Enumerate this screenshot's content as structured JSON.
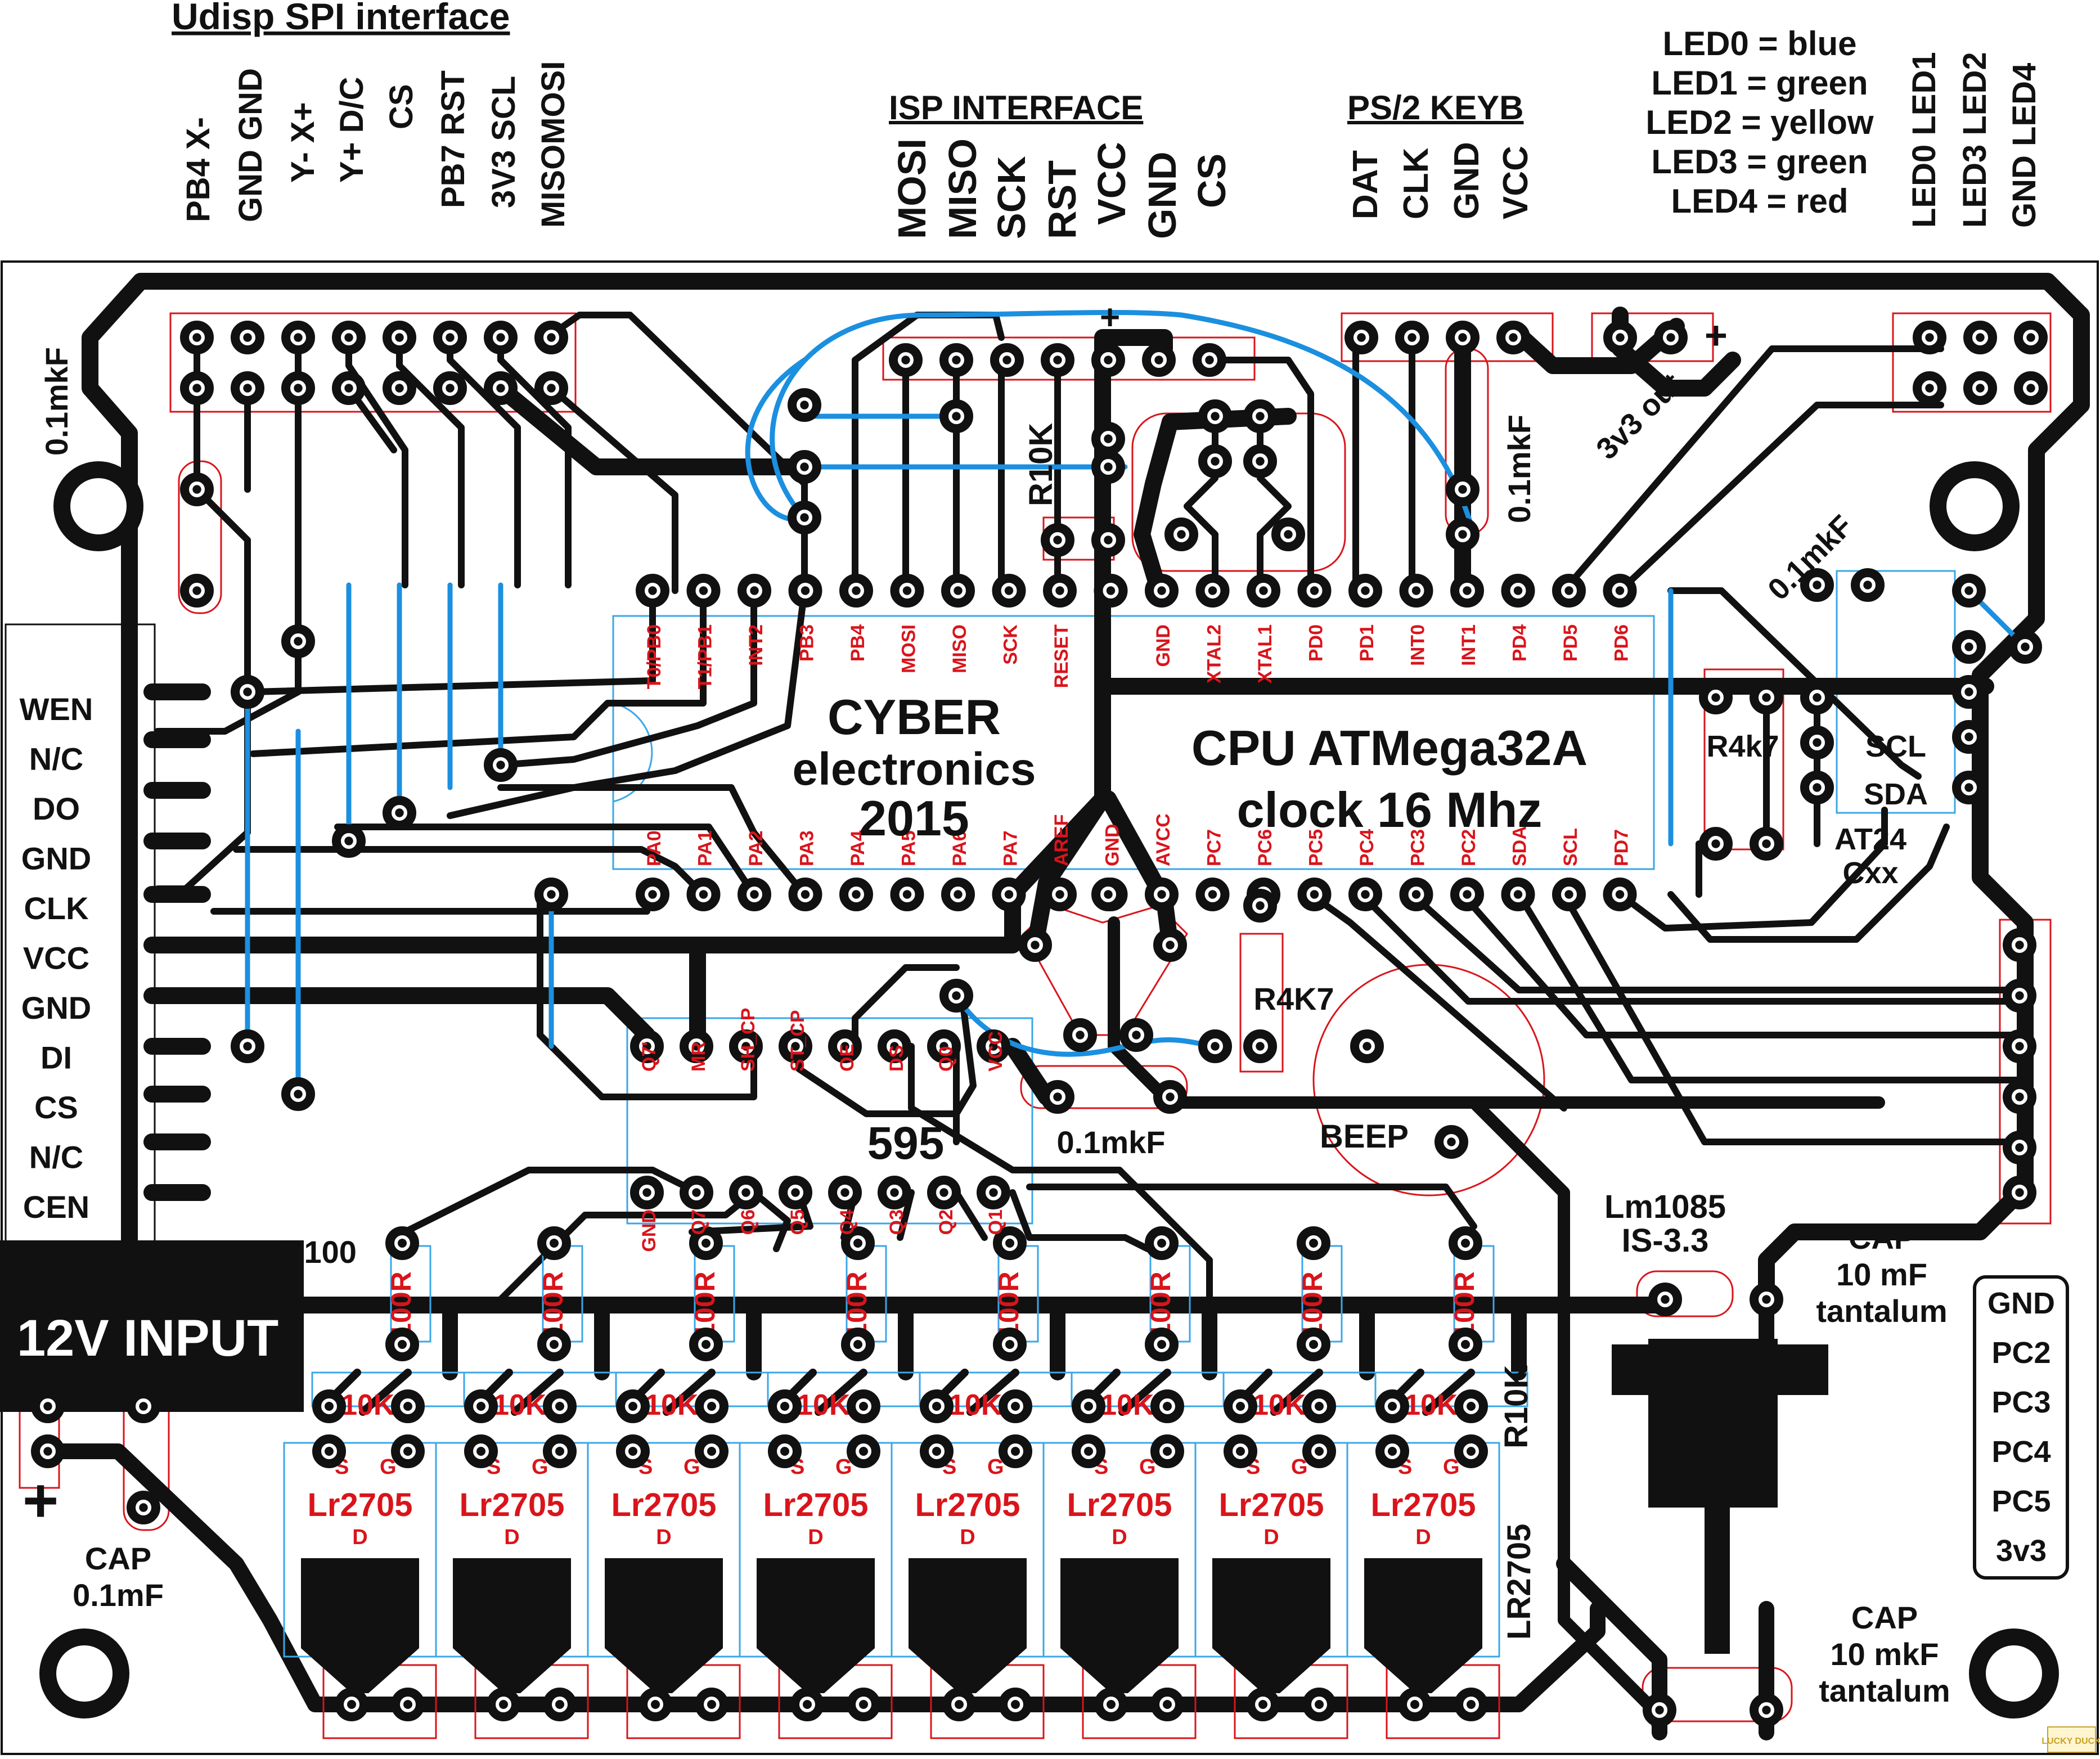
{
  "headers": {
    "udisp": "Udisp SPI interface",
    "isp": "ISP INTERFACE",
    "ps2": "PS/2 KEYB"
  },
  "udisp_pins": [
    "PB4 X-",
    "GND GND",
    "Y- X+",
    "Y+ D/C",
    "CS",
    "PB7 RST",
    "3V3 SCL",
    "MISOMOSI"
  ],
  "isp_pins": [
    "MOSI",
    "MISO",
    "SCK",
    "RST",
    "VCC",
    "GND",
    "CS"
  ],
  "ps2_pins": [
    "DAT",
    "CLK",
    "GND",
    "VCC"
  ],
  "led_legend": [
    "LED0 = blue",
    "LED1 = green",
    "LED2 = yellow",
    "LED3 = green",
    "LED4 = red"
  ],
  "led_pins": [
    "LED0 LED1",
    "LED3 LED2",
    "GND  LED4"
  ],
  "left_connector": [
    "WEN",
    "N/C",
    "DO",
    "GND",
    "CLK",
    "VCC",
    "GND",
    "DI",
    "CS",
    "N/C",
    "CEN"
  ],
  "right_connector": [
    "GND",
    "PC2",
    "PC3",
    "PC4",
    "PC5",
    "3v3"
  ],
  "cpu_top_pins": [
    "T0/PB0",
    "T1/PB1",
    "INT2",
    "PB3",
    "PB4",
    "MOSI",
    "MISO",
    "SCK",
    "RESET",
    "",
    "GND",
    "XTAL2",
    "XTAL1",
    "PD0",
    "PD1",
    "INT0",
    "INT1",
    "PD4",
    "PD5",
    "PD6"
  ],
  "cpu_bottom_pins": [
    "PA0",
    "PA1",
    "PA2",
    "PA3",
    "PA4",
    "PA5",
    "PA6",
    "PA7",
    "AREF",
    "GND",
    "AVCC",
    "PC7",
    "PC6",
    "PC5",
    "PC4",
    "PC3",
    "PC2",
    "SDA",
    "SCL",
    "PD7"
  ],
  "shift_top_pins": [
    "Q7'",
    "MR",
    "SH_CP",
    "ST_CP",
    "OE",
    "DS",
    "Q0",
    "VCC"
  ],
  "shift_bottom_pins": [
    "GND",
    "Q7",
    "Q6",
    "Q5",
    "Q4",
    "Q3",
    "Q2",
    "Q1"
  ],
  "labels": {
    "brand1": "CYBER",
    "brand2": "electronics",
    "brand3": "2015",
    "cpu1": "CPU ATMega32A",
    "cpu2": "clock 16 Mhz",
    "chip595": "595",
    "beep": "BEEP",
    "r4k7_cpu": "R4K7",
    "r4k7_eeprom": "R4k7",
    "scl": "SCL",
    "sda": "SDA",
    "eeprom1": "AT24",
    "eeprom2": "Cxx",
    "r10k_top": "R10K",
    "r10k_side": "R10K",
    "lr2705_side": "LR2705",
    "r100": "R100",
    "input": "12V INPUT",
    "plus": "+",
    "plus_isp": "+",
    "plus_3v3": "+",
    "reg1": "Lm1085",
    "reg2": "IS-3.3",
    "cap_in1": "CAP",
    "cap_in2": "0.1mF",
    "cap_top1": "CAP",
    "cap_top2": "10 mF",
    "cap_top3": "tantalum",
    "cap_bot1": "CAP",
    "cap_bot2": "10 mkF",
    "cap_bot3": "tantalum",
    "c_left": "0.1mkF",
    "c_ps2": "0.1mkF",
    "c_595": "0.1mkF",
    "c_eeprom": "0.1mkF",
    "out3v3": "3v3 out"
  },
  "mosfet": {
    "s": "S",
    "g": "G",
    "d": "D",
    "r_gate": "R10K",
    "r_series": "100R",
    "name": "Lr2705",
    "count": 8
  },
  "colors": {
    "trace": "#111111",
    "silk": "#d9141b",
    "jumper": "#1b8fe0",
    "outline": "#3aa7e8",
    "logo": "#c9a227"
  },
  "corner_logo": "LUCKY DUCK"
}
